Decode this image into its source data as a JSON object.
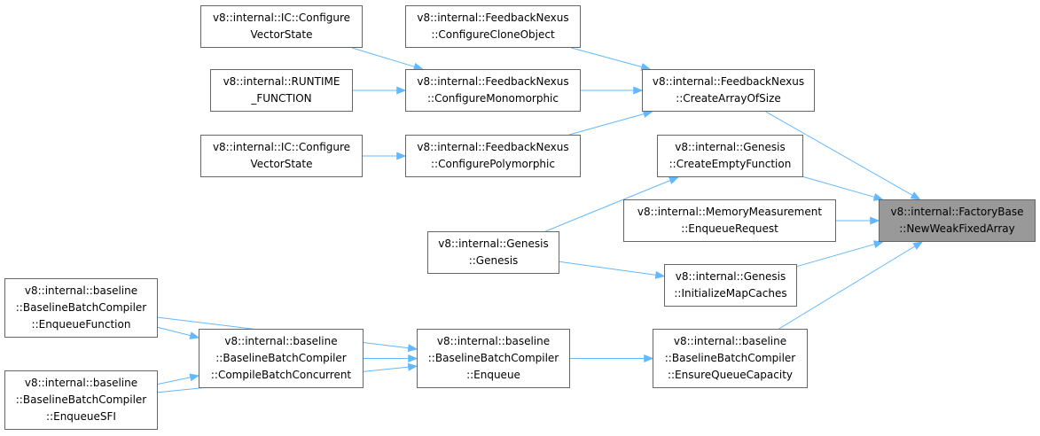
{
  "graph": {
    "edge_color": "#63b8ff",
    "target_fill": "#999999",
    "node_border": "#666666",
    "nodes": {
      "target": [
        "v8::internal::FactoryBase",
        "::NewWeakFixedArray"
      ],
      "create_array_of_size": [
        "v8::internal::FeedbackNexus",
        "::CreateArrayOfSize"
      ],
      "configure_clone_object": [
        "v8::internal::FeedbackNexus",
        "::ConfigureCloneObject"
      ],
      "configure_monomorphic": [
        "v8::internal::FeedbackNexus",
        "::ConfigureMonomorphic"
      ],
      "configure_polymorphic": [
        "v8::internal::FeedbackNexus",
        "::ConfigurePolymorphic"
      ],
      "ic_configure_vector_state_1": [
        "v8::internal::IC::Configure",
        "VectorState"
      ],
      "runtime_function": [
        "v8::internal::RUNTIME",
        "_FUNCTION"
      ],
      "ic_configure_vector_state_2": [
        "v8::internal::IC::Configure",
        "VectorState"
      ],
      "create_empty_function": [
        "v8::internal::Genesis",
        "::CreateEmptyFunction"
      ],
      "enqueue_request": [
        "v8::internal::MemoryMeasurement",
        "::EnqueueRequest"
      ],
      "genesis": [
        "v8::internal::Genesis",
        "::Genesis"
      ],
      "initialize_map_caches": [
        "v8::internal::Genesis",
        "::InitializeMapCaches"
      ],
      "enqueue_function": [
        "v8::internal::baseline",
        "::BaselineBatchCompiler",
        "::EnqueueFunction"
      ],
      "compile_batch_concurrent": [
        "v8::internal::baseline",
        "::BaselineBatchCompiler",
        "::CompileBatchConcurrent"
      ],
      "enqueue": [
        "v8::internal::baseline",
        "::BaselineBatchCompiler",
        "::Enqueue"
      ],
      "ensure_queue_capacity": [
        "v8::internal::baseline",
        "::BaselineBatchCompiler",
        "::EnsureQueueCapacity"
      ],
      "enqueue_sfi": [
        "v8::internal::baseline",
        "::BaselineBatchCompiler",
        "::EnqueueSFI"
      ]
    },
    "edges": [
      [
        "create_array_of_size",
        "target"
      ],
      [
        "create_empty_function",
        "target"
      ],
      [
        "enqueue_request",
        "target"
      ],
      [
        "initialize_map_caches",
        "target"
      ],
      [
        "ensure_queue_capacity",
        "target"
      ],
      [
        "configure_clone_object",
        "create_array_of_size"
      ],
      [
        "configure_monomorphic",
        "create_array_of_size"
      ],
      [
        "configure_polymorphic",
        "create_array_of_size"
      ],
      [
        "ic_configure_vector_state_1",
        "configure_monomorphic"
      ],
      [
        "runtime_function",
        "configure_monomorphic"
      ],
      [
        "ic_configure_vector_state_2",
        "configure_polymorphic"
      ],
      [
        "genesis",
        "create_empty_function"
      ],
      [
        "genesis",
        "initialize_map_caches"
      ],
      [
        "enqueue",
        "ensure_queue_capacity"
      ],
      [
        "compile_batch_concurrent",
        "enqueue"
      ],
      [
        "enqueue_function",
        "enqueue"
      ],
      [
        "enqueue_sfi",
        "enqueue"
      ],
      [
        "enqueue_function",
        "compile_batch_concurrent"
      ],
      [
        "enqueue_sfi",
        "compile_batch_concurrent"
      ]
    ]
  }
}
